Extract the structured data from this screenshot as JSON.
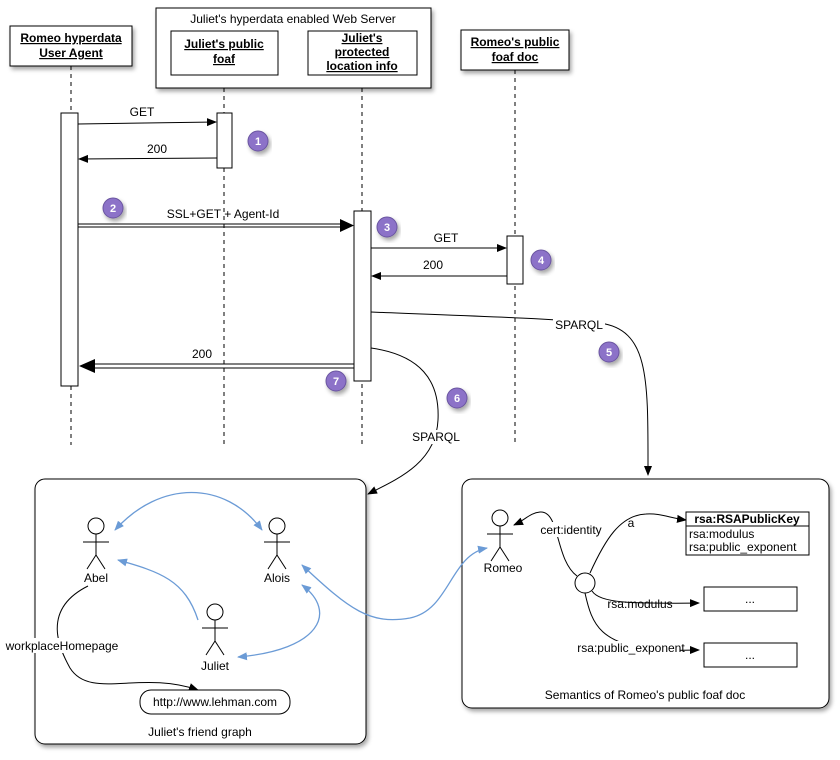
{
  "participants": {
    "ua": {
      "line1": "Romeo hyperdata",
      "line2": "User Agent"
    },
    "server_title": "Juliet's hyperdata enabled Web Server",
    "foaf": {
      "line1": "Juliet's public",
      "line2": "foaf"
    },
    "location": {
      "line1": "Juliet's",
      "line2": "protected",
      "line3": "location info"
    },
    "romeo_doc": {
      "line1": "Romeo's public",
      "line2": "foaf doc"
    }
  },
  "messages": {
    "get1": "GET",
    "r200a": "200",
    "ssl": "SSL+GET + Agent-Id",
    "get2": "GET",
    "r200b": "200",
    "sparql5": "SPARQL",
    "r200c": "200",
    "sparql6": "SPARQL"
  },
  "badges": [
    "1",
    "2",
    "3",
    "4",
    "5",
    "6",
    "7"
  ],
  "badge_color": "#8c72c8",
  "edge_color": "#6b9bd6",
  "friend_graph": {
    "caption": "Juliet's friend graph",
    "abel": "Abel",
    "alois": "Alois",
    "juliet": "Juliet",
    "workplace": "workplaceHomepage",
    "url": "http://www.lehman.com"
  },
  "semantics": {
    "caption": "Semantics of Romeo's public foaf doc",
    "romeo": "Romeo",
    "identity": "cert:identity",
    "a": "a",
    "key_title": "rsa:RSAPublicKey",
    "key_mod": "rsa:modulus",
    "key_exp": "rsa:public_exponent",
    "modulus": "rsa:modulus",
    "exponent": "rsa:public_exponent",
    "val1": "...",
    "val2": "..."
  }
}
